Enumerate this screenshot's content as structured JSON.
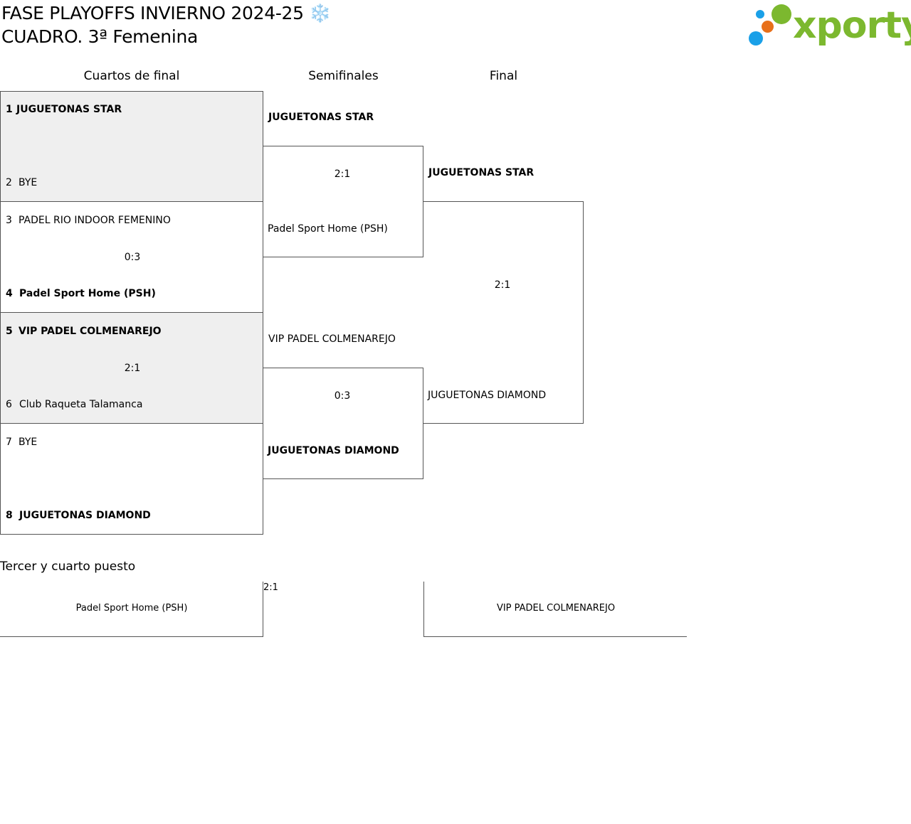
{
  "header": {
    "title_line1": "FASE PLAYOFFS INVIERNO 2024-25 ❄️",
    "title_line2": "CUADRO. 3ª Femenina",
    "logo_text": "xporty",
    "logo_colors": [
      "#1aa0e8",
      "#e8701a",
      "#7cb82f"
    ]
  },
  "rounds": {
    "quarterfinals": "Cuartos de final",
    "semifinals": "Semifinales",
    "final": "Final"
  },
  "quarterfinals": [
    {
      "seed1": "1",
      "team1": "JUGUETONAS STAR",
      "seed2": "2",
      "team2": "BYE",
      "score": ""
    },
    {
      "seed1": "3",
      "team1": "PADEL RIO INDOOR FEMENINO",
      "seed2": "4",
      "team2": "Padel Sport Home (PSH)",
      "score": "0:3"
    },
    {
      "seed1": "5",
      "team1": "VIP PADEL COLMENAREJO",
      "seed2": "6",
      "team2": "Club Raqueta Talamanca",
      "score": "2:1"
    },
    {
      "seed1": "7",
      "team1": "BYE",
      "seed2": "8",
      "team2": "JUGUETONAS DIAMOND",
      "score": ""
    }
  ],
  "semifinals": [
    {
      "team1": "JUGUETONAS STAR",
      "team2": "Padel Sport Home (PSH)",
      "score": "2:1"
    },
    {
      "team1": "VIP PADEL COLMENAREJO",
      "team2": "JUGUETONAS DIAMOND",
      "score": "0:3"
    }
  ],
  "final": {
    "team1": "JUGUETONAS STAR",
    "team2": "JUGUETONAS DIAMOND",
    "score": "2:1"
  },
  "third_place": {
    "label": "Tercer y cuarto puesto",
    "team1": "Padel Sport Home (PSH)",
    "score": "2:1",
    "team2": "VIP PADEL COLMENAREJO"
  }
}
